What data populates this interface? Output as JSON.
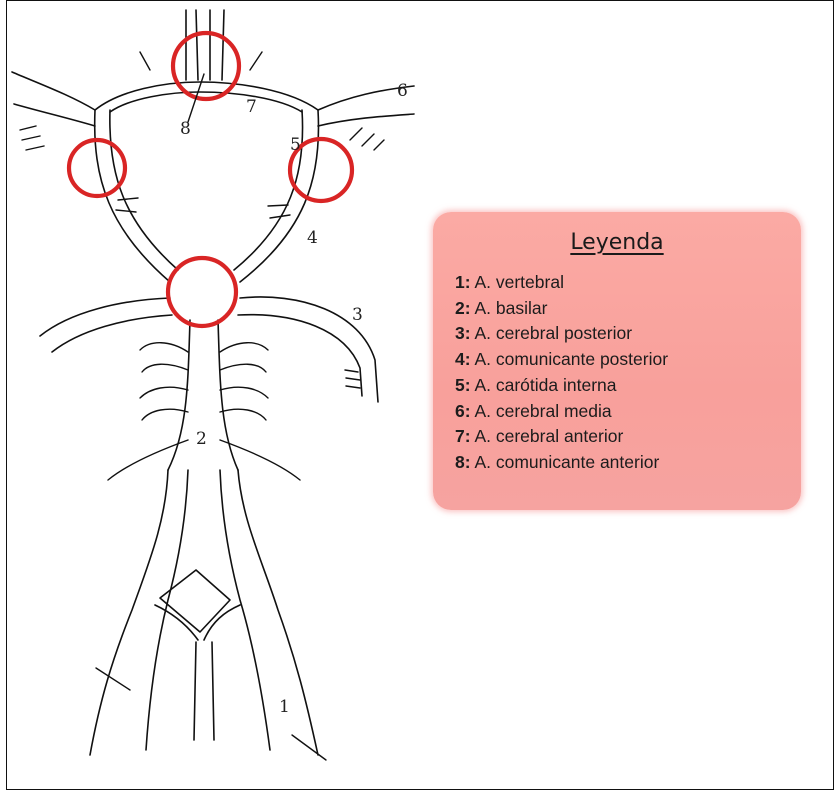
{
  "diagram_labels": [
    "1",
    "2",
    "3",
    "4",
    "5",
    "6",
    "7",
    "8"
  ],
  "legend": {
    "title": "Leyenda",
    "items": [
      {
        "num": "1:",
        "text": "A. vertebral"
      },
      {
        "num": "2:",
        "text": "A. basilar"
      },
      {
        "num": "3:",
        "text": "A. cerebral posterior"
      },
      {
        "num": "4:",
        "text": "A. comunicante posterior"
      },
      {
        "num": "5:",
        "text": "A. carótida interna"
      },
      {
        "num": "6:",
        "text": "A. cerebral media"
      },
      {
        "num": "7:",
        "text": "A. cerebral anterior"
      },
      {
        "num": "8:",
        "text": "A. comunicante anterior"
      }
    ]
  },
  "colors": {
    "highlight_circle": "#d92525",
    "legend_background": "#f8a09b",
    "line": "#111111"
  }
}
